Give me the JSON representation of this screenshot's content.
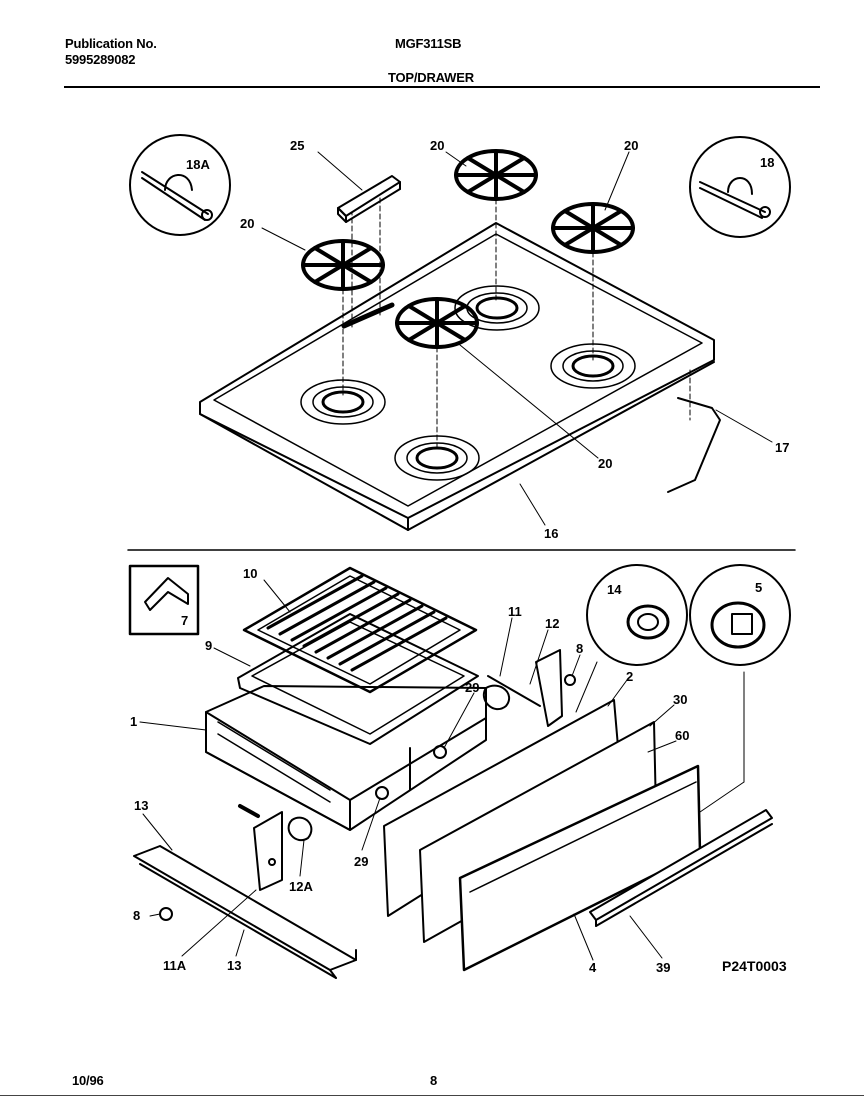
{
  "header": {
    "publication_label": "Publication No.",
    "publication_number": "5995289082",
    "model": "MGF311SB",
    "section": "TOP/DRAWER"
  },
  "footer": {
    "date": "10/96",
    "page": "8"
  },
  "diagram_code": "P24T0003",
  "callouts": {
    "top": [
      "18A",
      "25",
      "20",
      "20",
      "20",
      "18",
      "20",
      "17",
      "16"
    ],
    "bottom": [
      "10",
      "7",
      "9",
      "1",
      "11",
      "12",
      "8",
      "14",
      "5",
      "2",
      "29",
      "30",
      "60",
      "13",
      "29",
      "12A",
      "8",
      "11A",
      "13",
      "4",
      "39"
    ]
  }
}
